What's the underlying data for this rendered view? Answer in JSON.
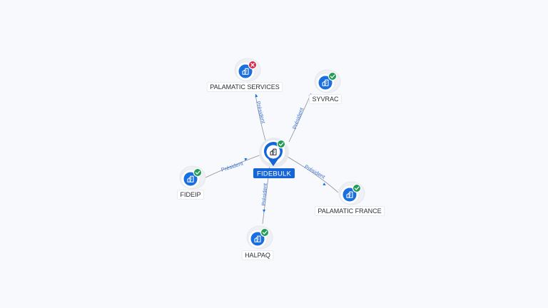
{
  "colors": {
    "background": "#f7f9fc",
    "node_blue": "#1a6fe0",
    "center_blue": "#1565d8",
    "status_ok": "#1f9d55",
    "status_error": "#d6264a",
    "edge": "#8a9099",
    "edge_label": "#3b74d4"
  },
  "center": {
    "name": "FIDEBULK",
    "status": "ok",
    "icon": "company-building-icon"
  },
  "nodes": [
    {
      "id": "palamatic-services",
      "name": "PALAMATIC SERVICES",
      "status": "error",
      "icon": "company-building-icon"
    },
    {
      "id": "syvrac",
      "name": "SYVRAC",
      "status": "ok",
      "icon": "company-building-icon"
    },
    {
      "id": "fideip",
      "name": "FIDEIP",
      "status": "ok",
      "icon": "company-building-icon"
    },
    {
      "id": "palamatic-france",
      "name": "PALAMATIC FRANCE",
      "status": "ok",
      "icon": "company-building-icon"
    },
    {
      "id": "halpaq",
      "name": "HALPAQ",
      "status": "ok",
      "icon": "company-building-icon"
    }
  ],
  "edges": [
    {
      "to": "palamatic-services",
      "label": "Président"
    },
    {
      "to": "syvrac",
      "label": "Président"
    },
    {
      "to": "fideip",
      "label": "Président"
    },
    {
      "to": "palamatic-france",
      "label": "Président"
    },
    {
      "to": "halpaq",
      "label": "Président"
    }
  ]
}
